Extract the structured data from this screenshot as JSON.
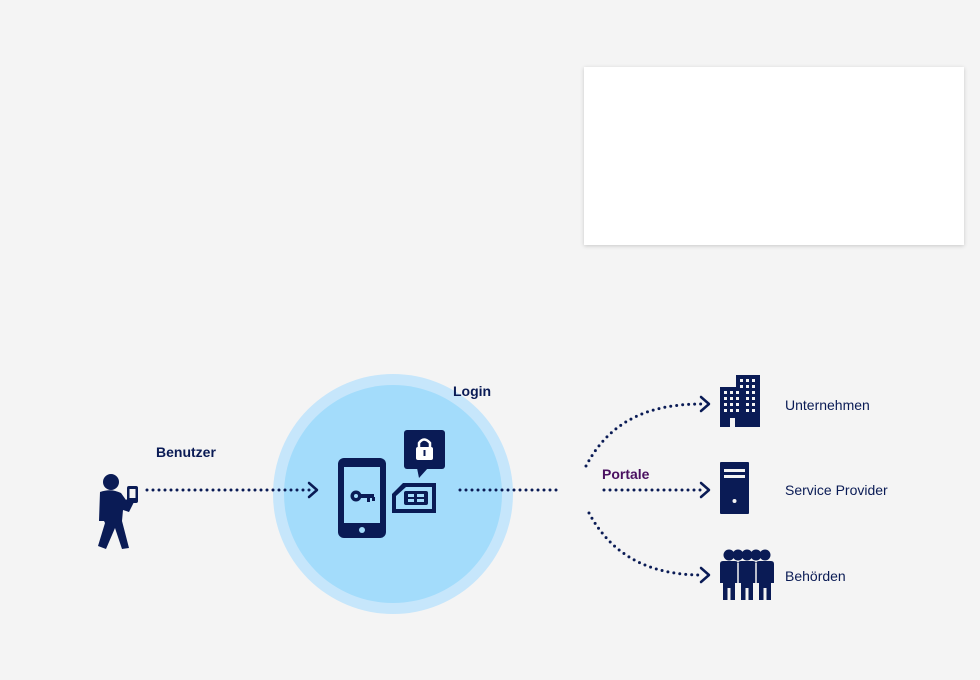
{
  "labels": {
    "user": "Benutzer",
    "login": "Login",
    "portals": "Portale",
    "company": "Unternehmen",
    "service_provider": "Service Provider",
    "authorities": "Behörden"
  },
  "colors": {
    "background": "#f4f4f4",
    "navy": "#0a1b55",
    "portal_label": "#4a1060",
    "circle_outer": "#c6e6fb",
    "circle_inner": "#a3dcfb",
    "card": "#ffffff"
  },
  "icons": [
    "person-with-phone-icon",
    "smartphone-key-icon",
    "lock-speech-bubble-icon",
    "sim-card-icon",
    "office-building-icon",
    "server-icon",
    "people-group-icon"
  ]
}
